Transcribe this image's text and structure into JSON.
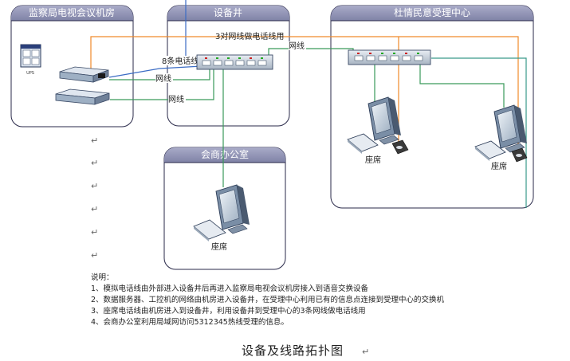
{
  "rooms": {
    "monitor_room": "监察局电视会议机房",
    "shaft": "设备井",
    "petition_center": "杜情民意受理中心",
    "meeting_office": "会商办公室"
  },
  "labels": {
    "cable_3pairs": "3对网线做电话线用",
    "phone_8": "8条电话线",
    "net_a": "网线",
    "net_b": "网线",
    "net_c": "网线",
    "ups": "UPS"
  },
  "seats": [
    "座席",
    "座席",
    "座席"
  ],
  "notes": {
    "title": "说明：",
    "items": [
      "1、模拟电话线由外部进入设备井后再进入监察局电视会议机房接入到语音交换设备",
      "2、数据服务器、工控机的网络由机房进入设备井，在受理中心利用已有的信息点连接到受理中心的交换机",
      "3、座席电话线由机房进入到设备井，利用设备井到受理中心的3条网线做电话线用",
      "4、会商办公室利用局域网访问5312345热线受理的信息。"
    ]
  },
  "caption": "设备及线路拓扑图",
  "colors": {
    "title_bar": "#8a8db0",
    "room_border": "#2a2a4a",
    "orange": "#f08a2a",
    "blue": "#3b6cc4",
    "green": "#3a9a5a"
  }
}
